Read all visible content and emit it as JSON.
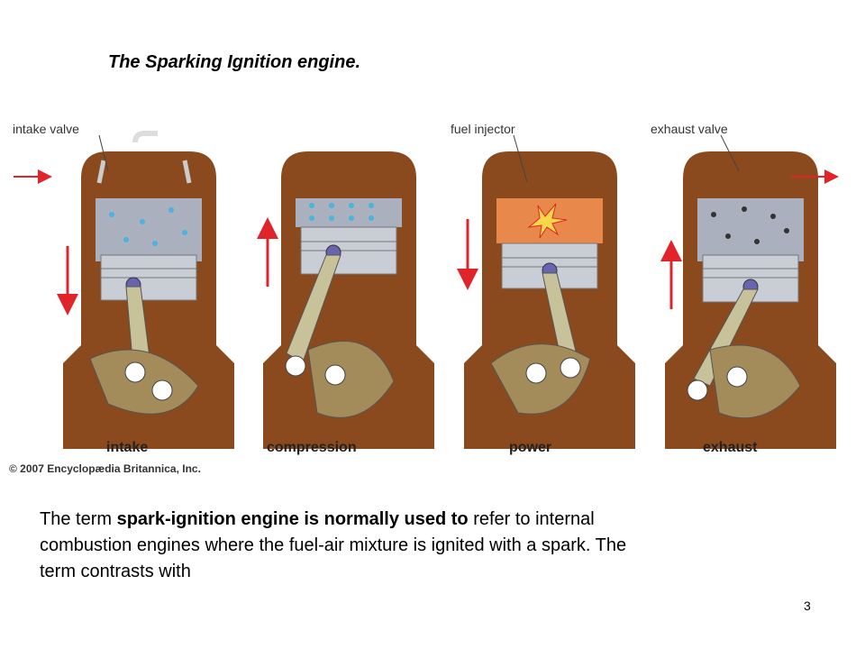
{
  "slide": {
    "title": "The Sparking Ignition engine.",
    "page_number": "3"
  },
  "figure": {
    "labels": {
      "intake_valve": "intake valve",
      "fuel_injector": "fuel injector",
      "exhaust_valve": "exhaust valve"
    },
    "strokes": [
      "intake",
      "compression",
      "power",
      "exhaust"
    ],
    "copyright": "© 2007 Encyclopædia Britannica, Inc.",
    "colors": {
      "block": "#8a4a1e",
      "block_inner": "#7a4a22",
      "crankcase": "#7a4f28",
      "cylinder": "#aab0bd",
      "piston": "#c9cdd6",
      "rod": "#c8c29a",
      "arrow": "#e0242a",
      "fuel_dots": "#4ab3e0",
      "exhaust_dots": "#333333",
      "combustion": "#e8884a"
    }
  },
  "body": {
    "lead": "The term ",
    "bold": "spark-ignition engine is normally used to",
    "rest": " refer to internal combustion engines where the fuel-air mixture is ignited with a spark. The term contrasts with"
  }
}
